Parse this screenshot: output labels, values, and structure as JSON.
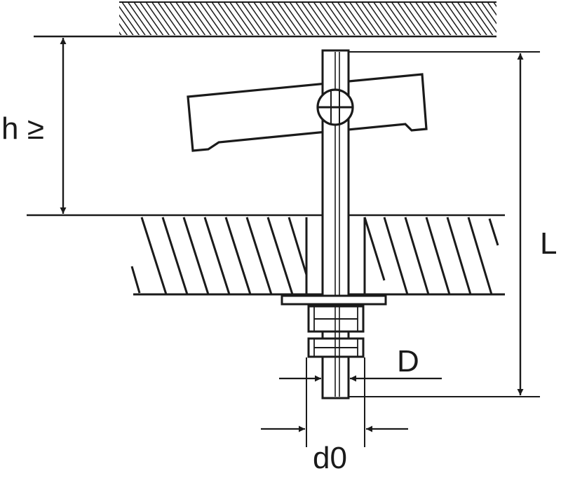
{
  "labels": {
    "h": "h ≥",
    "L": "L",
    "D": "D",
    "d0": "d0"
  },
  "colors": {
    "ink": "#1a1a1a",
    "background": "#ffffff"
  }
}
